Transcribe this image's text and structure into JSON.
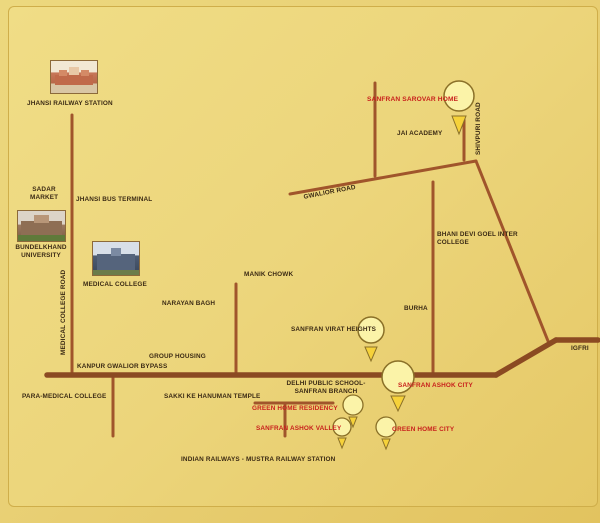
{
  "places": {
    "jhansi_railway_station": "JHANSI RAILWAY STATION",
    "sanfran_sarovar_home": "SANFRAN SAROVAR HOME",
    "jai_academy": "JAI ACADEMY",
    "shivpuri_road": "SHIVPURI ROAD",
    "gwalior_road": "GWALIOR ROAD",
    "sadar_market": "SADAR MARKET",
    "jhansi_bus_terminal": "JHANSI BUS TERMINAL",
    "bundelkhand_university": "BUNDELKHAND UNIVERSITY",
    "bhani_devi_goel_inter_college": "BHANI DEVI GOEL INTER COLLEGE",
    "medical_college": "MEDICAL COLLEGE",
    "manik_chowk": "MANIK CHOWK",
    "narayan_bagh": "NARAYAN BAGH",
    "burha": "BURHA",
    "medical_college_road": "MEDICAL COLLEGE ROAD",
    "sanfran_virat_heights": "SANFRAN VIRAT HEIGHTS",
    "group_housing": "GROUP HOUSING",
    "kanpur_gwalior_bypass": "KANPUR GWALIOR BYPASS",
    "igfri": "IGFRI",
    "delhi_public_school": "DELHI PUBLIC SCHOOL-SANFRAN BRANCH",
    "sanfran_ashok_city": "SANFRAN ASHOK CITY",
    "para_medical_college": "PARA-MEDICAL COLLEGE",
    "sakki_ke_hanuman_temple": "SAKKI KE HANUMAN TEMPLE",
    "green_home_residency": "GREEN HOME RESIDENCY",
    "sanfran_ashok_valley": "SANFRAN ASHOK VALLEY",
    "green_home_city": "GREEN HOME CITY",
    "indian_railways_mustra": "INDIAN RAILWAYS - MUSTRA RAILWAY STATION"
  },
  "colors": {
    "background": "#e9cf6e",
    "road": "#a0552b",
    "main_road": "#8b4a22",
    "text": "#3b2a14",
    "highlight_text": "#c8201c",
    "pin_fill": "#fbf3a8",
    "pin_stroke": "#8a7028"
  },
  "icons": {
    "railway_station": "railway-station-building-icon",
    "university": "university-building-icon",
    "medical_college": "medical-college-building-icon",
    "project_pin": "location-pin-icon"
  }
}
